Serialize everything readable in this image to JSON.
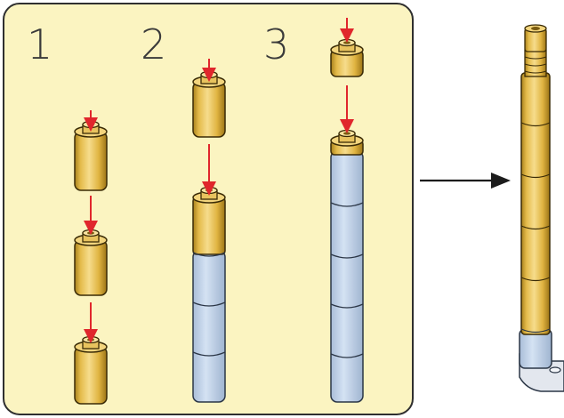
{
  "steps": [
    {
      "label": "1"
    },
    {
      "label": "2"
    },
    {
      "label": "3"
    }
  ],
  "colors": {
    "panel_fill": "#fbf4c1",
    "panel_border": "#2f2f2f",
    "gold_light": "#f3d57d",
    "gold": "#e2b846",
    "gold_dark": "#9a7416",
    "blue": "#c5d8ef",
    "blue_dark": "#8fa6c4",
    "arrow_red": "#e0262c",
    "arrow_black": "#1c1c1c",
    "base_gray": "#dfe3ea"
  },
  "icons": {
    "insert_arrow": "down-arrow-icon",
    "result_arrow": "right-arrow-icon"
  }
}
